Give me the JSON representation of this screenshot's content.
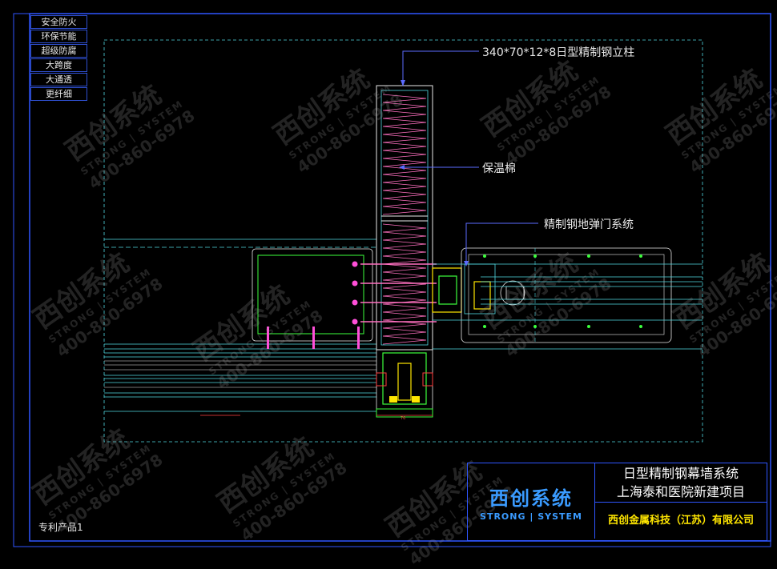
{
  "features": [
    "安全防火",
    "环保节能",
    "超级防腐",
    "大跨度",
    "大通透",
    "更纤细"
  ],
  "labels": {
    "column": "340*70*12*8日型精制钢立柱",
    "insulation": "保温棉",
    "door": "精制钢地弹门系统"
  },
  "title_block": {
    "logo_cn": "西创系统",
    "logo_en": "STRONG | SYSTEM",
    "title": "日型精制钢幕墙系统",
    "project": "上海泰和医院新建项目",
    "company": "西创金属科技（江苏）有限公司"
  },
  "patent": "专利产品1",
  "watermark": {
    "cn": "西创系统",
    "en": "STRONG | SYSTEM",
    "phone": "400-860-6978"
  },
  "colors": {
    "frame": "#2f55ff",
    "line_cyan": "#4fd8e0",
    "line_white": "#e8e8e8",
    "hatch_pink": "#ff70c0",
    "line_green": "#3cff3c",
    "accent_yellow": "#ffe600",
    "leader_blue": "#5b6bff"
  }
}
